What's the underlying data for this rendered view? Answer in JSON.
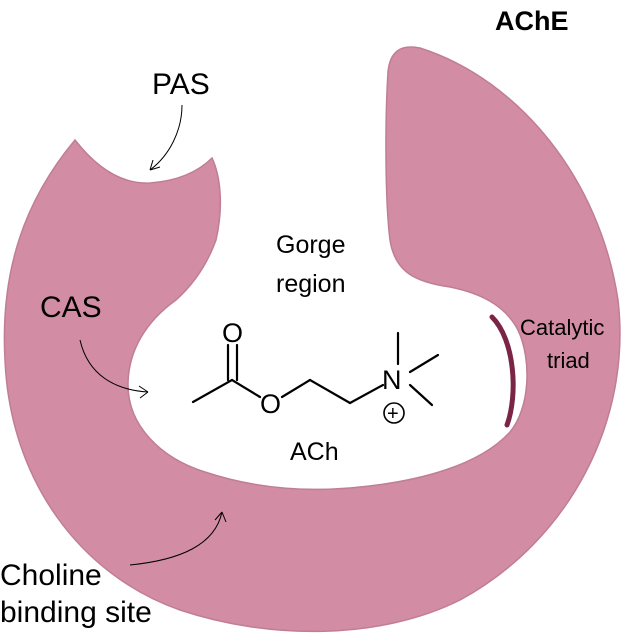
{
  "title": "AChE",
  "labels": {
    "pas": "PAS",
    "cas": "CAS",
    "gorge_line1": "Gorge",
    "gorge_line2": "region",
    "catalytic_line1": "Catalytic",
    "catalytic_line2": "triad",
    "ach": "ACh",
    "choline_line1": "Choline",
    "choline_line2": "binding site"
  },
  "molecule": {
    "atom_o_top": "O",
    "atom_o_ester": "O",
    "atom_n": "N",
    "charge": "+"
  },
  "colors": {
    "enzyme_fill": "#d28ca3",
    "enzyme_stroke": "#c07e94",
    "catalytic_triad": "#7a2446",
    "background": "#ffffff",
    "ink": "#000000"
  }
}
